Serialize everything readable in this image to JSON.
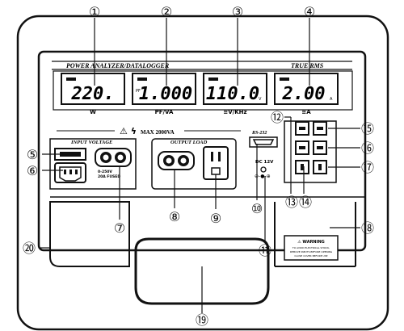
{
  "panel": {
    "title_left": "POWER ANALYZER/DATALOGGER",
    "title_right": "TRUE RMS",
    "warning_line": "MAX 2000VA",
    "warning_symbol": "⚠ ϟ",
    "input_voltage_label": "INPUT VOLTAGE",
    "input_rating_1": "0-250V",
    "input_rating_2": "20A FUSED",
    "output_load_label": "OUTPUT LOAD",
    "rs232_label": "RS-232",
    "dc_label": "DC 12V",
    "caution_title": "⚠ WARNING",
    "caution_lines": [
      "TO AVOID ELECTRICAL SHOCK,",
      "REMOVE INPUTS BEFORE OPENING",
      "CLOSE COVER BEFORE USE"
    ]
  },
  "displays": [
    {
      "value": "220.",
      "unit": "W",
      "prefix": "",
      "suffix": ""
    },
    {
      "value": "1.000",
      "unit": "PF/VA",
      "prefix": "PF",
      "suffix": ""
    },
    {
      "value": "110.0",
      "unit": "≅V/KHz",
      "prefix": "",
      "suffix": "V"
    },
    {
      "value": "2.00",
      "unit": "≅A",
      "prefix": "",
      "suffix": "A"
    }
  ],
  "buttons": [
    "",
    "",
    "",
    "",
    "",
    ""
  ],
  "callouts": [
    "①",
    "②",
    "③",
    "④",
    "⑤",
    "⑥",
    "⑦",
    "⑧",
    "⑨",
    "⑩",
    "⑪",
    "⑫",
    "⑬",
    "⑭",
    "⑮",
    "⑯",
    "⑰",
    "⑱",
    "⑲",
    "⑳"
  ]
}
